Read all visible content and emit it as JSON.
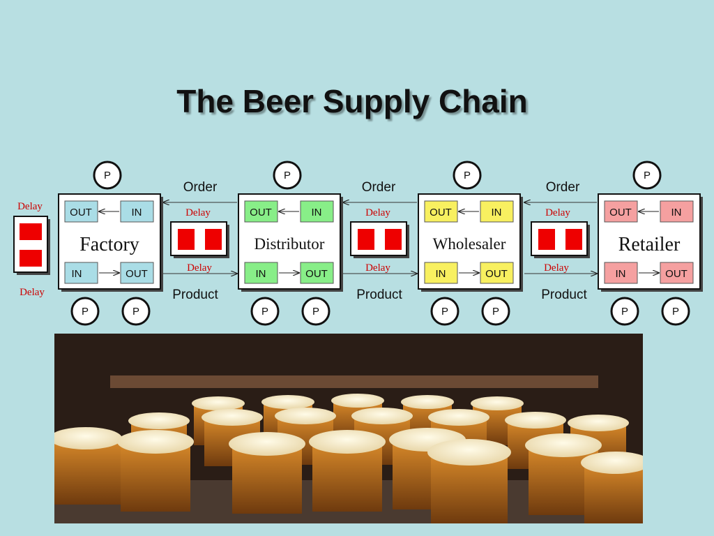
{
  "title": "The Beer Supply Chain",
  "nodes": [
    {
      "name": "Factory",
      "top_left": "OUT",
      "top_right": "IN",
      "bottom_left": "IN",
      "bottom_right": "OUT",
      "color": "#aadde6"
    },
    {
      "name": "Distributor",
      "top_left": "OUT",
      "top_right": "IN",
      "bottom_left": "IN",
      "bottom_right": "OUT",
      "color": "#88ee88"
    },
    {
      "name": "Wholesaler",
      "top_left": "OUT",
      "top_right": "IN",
      "bottom_left": "IN",
      "bottom_right": "OUT",
      "color": "#f8f060"
    },
    {
      "name": "Retailer",
      "top_left": "OUT",
      "top_right": "IN",
      "bottom_left": "IN",
      "bottom_right": "OUT",
      "color": "#f5a0a0"
    }
  ],
  "labels": {
    "order": "Order",
    "product": "Product",
    "delay": "Delay",
    "p": "P"
  },
  "colors": {
    "delay_text": "#cc0000",
    "delay_block": "#ee0000",
    "background": "#b8dfe2"
  },
  "icons": [
    "factory-p-icon",
    "delay-block-icon",
    "arrow-icon"
  ]
}
